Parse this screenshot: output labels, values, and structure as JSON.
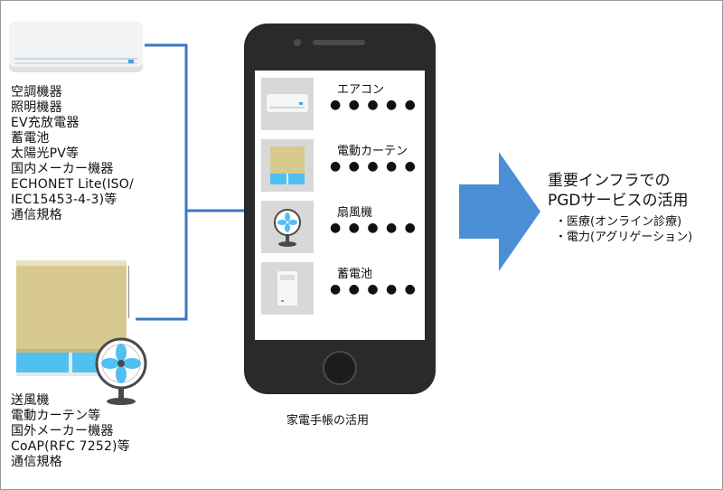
{
  "left_top_items": [
    "空調機器",
    "照明機器",
    "EV充放電器",
    "蓄電池",
    "太陽光PV等",
    "国内メーカー機器",
    "ECHONET Lite(ISO/",
    "IEC15453-4-3)等",
    "通信規格"
  ],
  "left_bottom_items": [
    "送風機",
    "電動カーテン等",
    "国外メーカー機器",
    "CoAP(RFC 7252)等",
    "通信規格"
  ],
  "phone": {
    "caption": "家電手帳の活用",
    "apps": [
      {
        "name": "エアコン",
        "dots": "● ● ● ● ●",
        "icon": "air-conditioner-icon"
      },
      {
        "name": "電動カーテン",
        "dots": "● ● ● ● ●",
        "icon": "curtain-icon"
      },
      {
        "name": "扇風機",
        "dots": "● ● ● ● ●",
        "icon": "fan-icon"
      },
      {
        "name": "蓄電池",
        "dots": "● ● ● ● ●",
        "icon": "battery-icon"
      }
    ]
  },
  "right": {
    "title_line1": "重要インフラでの",
    "title_line2": "PGDサービスの活用",
    "sub1": "・医療(オンライン診療)",
    "sub2": "・電力(アグリゲーション)"
  },
  "colors": {
    "connector": "#3a78c2",
    "arrow": "#4a8fd6",
    "phone": "#2a2a2c",
    "window": "#4fc0f0"
  }
}
